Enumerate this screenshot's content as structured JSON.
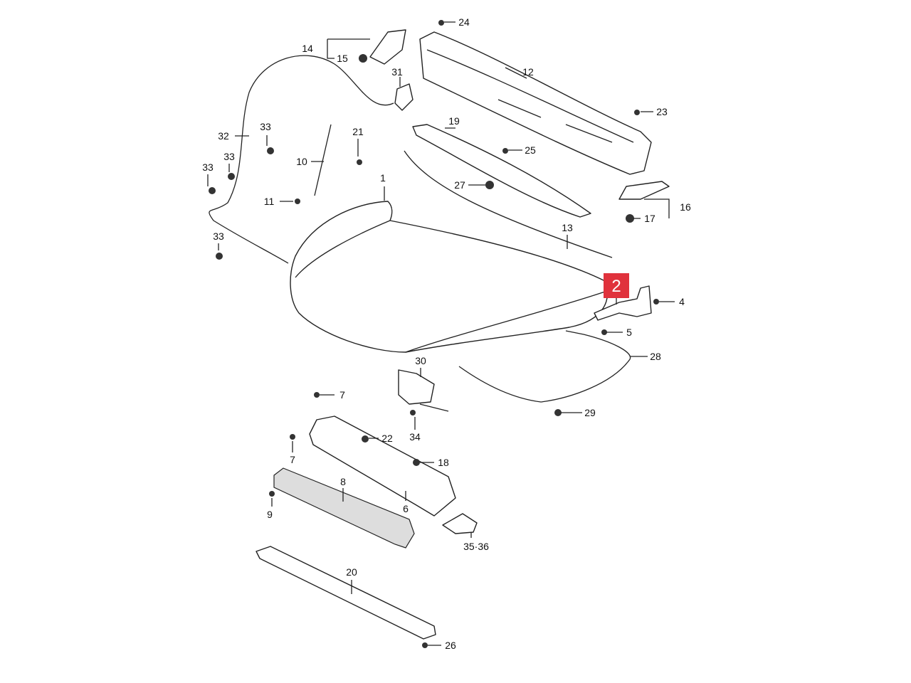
{
  "diagram": {
    "title": "Hood assembly exploded parts diagram",
    "highlight": {
      "label": "2",
      "color": "#e0323c"
    },
    "callouts": [
      "24",
      "14",
      "15",
      "12",
      "31",
      "23",
      "19",
      "32",
      "33",
      "21",
      "25",
      "33",
      "33",
      "10",
      "1",
      "27",
      "11",
      "16",
      "17",
      "13",
      "33",
      "4",
      "5",
      "28",
      "30",
      "7",
      "29",
      "22",
      "34",
      "7",
      "18",
      "8",
      "6",
      "9",
      "35·36",
      "20",
      "26"
    ]
  }
}
